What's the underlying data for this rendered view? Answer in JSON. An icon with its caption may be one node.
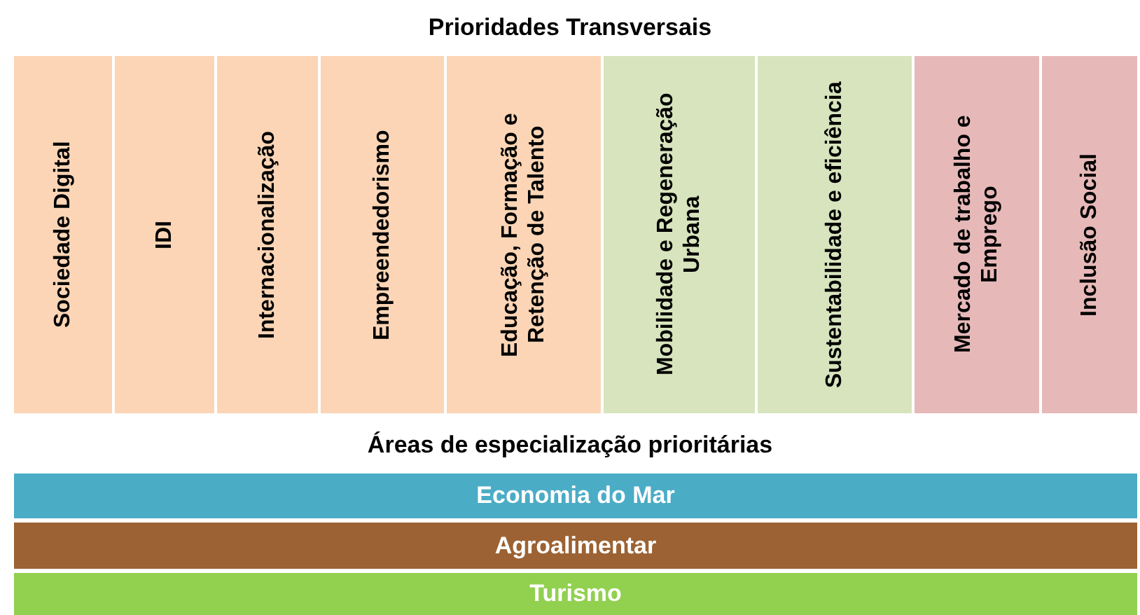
{
  "diagram": {
    "title": "Prioridades Transversais",
    "nodes": [
      {
        "text": [
          "Sociedade Digital"
        ]
      },
      {
        "text": [
          "IDI"
        ]
      },
      {
        "text": [
          "Internacionalização"
        ]
      },
      {
        "text": [
          "Empreendedorismo"
        ]
      },
      {
        "text": [
          "Educação, Formação e Retenção de Talento"
        ]
      },
      {
        "text": [
          "Mobilidade e Regeneração Urbana"
        ]
      },
      {
        "text": [
          "Sustentabilidade e eficiência"
        ]
      },
      {
        "text": [
          "Mercado de trabalho e Emprego"
        ]
      },
      {
        "text": [
          "Inclusão Social"
        ]
      },
      {
        "text": [
          "Economia do Mar"
        ]
      },
      {
        "text": [
          "Agroalimentar"
        ]
      },
      {
        "text": [
          "Turismo"
        ]
      }
    ],
    "labels": [
      "Áreas de especialização prioritárias"
    ]
  }
}
